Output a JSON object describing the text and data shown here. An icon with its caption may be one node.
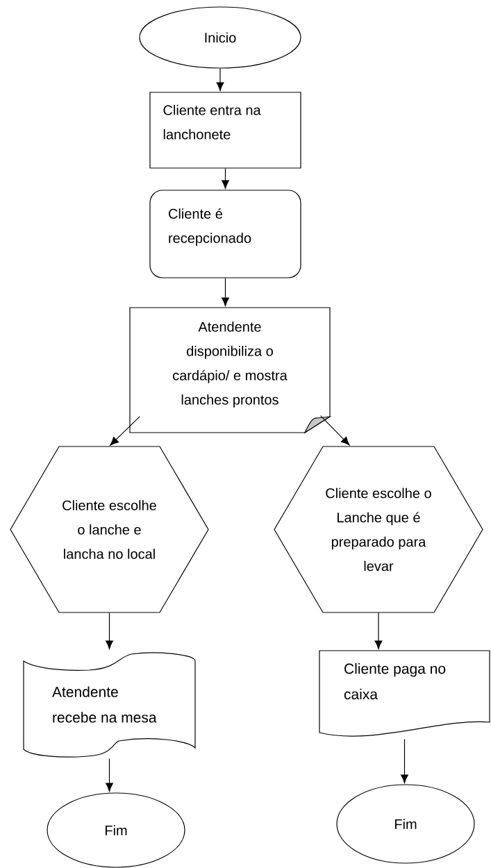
{
  "diagram": {
    "nodes": [
      {
        "text": [
          "Inicio"
        ]
      },
      {
        "text": [
          "Cliente entra na lanchonete"
        ]
      },
      {
        "text": [
          "Cliente é recepcionado"
        ]
      },
      {
        "text": [
          "Atendente disponibiliza o cardápio/ e mostra lanches prontos"
        ]
      },
      {
        "text": [
          "Cliente escolhe o lanche e lancha no local"
        ]
      },
      {
        "text": [
          "Cliente escolhe o Lanche que é preparado para levar"
        ]
      },
      {
        "text": [
          "Atendente recebe na mesa"
        ]
      },
      {
        "text": [
          "Cliente paga no caixa"
        ]
      },
      {
        "text": [
          "Fim"
        ]
      },
      {
        "text": [
          "Fim"
        ]
      }
    ],
    "edges": [
      {
        "from": 0,
        "to": 1,
        "arrow": "to"
      },
      {
        "from": 1,
        "to": 2,
        "arrow": "to"
      },
      {
        "from": 2,
        "to": 3,
        "arrow": "to"
      },
      {
        "from": 3,
        "to": 4,
        "arrow": "to"
      },
      {
        "from": 3,
        "to": 5,
        "arrow": "to"
      },
      {
        "from": 4,
        "to": 6,
        "arrow": "to"
      },
      {
        "from": 5,
        "to": 7,
        "arrow": "to"
      },
      {
        "from": 6,
        "to": 8,
        "arrow": "to"
      },
      {
        "from": 7,
        "to": 9,
        "arrow": "to"
      }
    ]
  }
}
